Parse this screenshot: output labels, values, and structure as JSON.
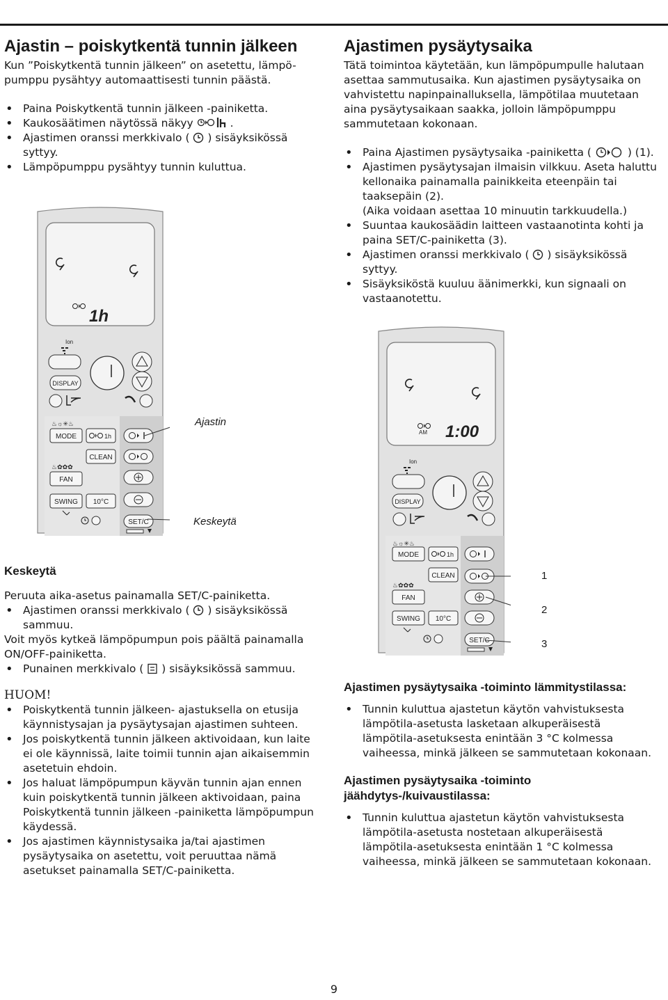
{
  "left": {
    "title": "Ajastin – poiskytkentä tunnin jälkeen",
    "intro": "Kun ”Poiskytkentä tunnin jälkeen” on asetettu, lämpö-pumppu pysähtyy automaattisesti tunnin päästä.",
    "bullets": [
      {
        "pre": "Paina Poiskytkentä tunnin jälkeen -painiketta.",
        "post": ""
      },
      {
        "pre": "Kaukosäätimen näytössä näkyy",
        "post": "."
      },
      {
        "pre": "Ajastimen oranssi merkkivalo (",
        "post": ") sisäyksikössä syttyy."
      },
      {
        "pre": "Lämpöpumppu pysähtyy tunnin kuluttua.",
        "post": ""
      }
    ],
    "caption_timer": "Ajastin",
    "caption_cancel": "Keskeytä",
    "keskeyta": {
      "heading": "Keskeytä",
      "p1": "Peruuta aika-asetus painamalla SET/C-painiketta.",
      "b1_pre": "Ajastimen oranssi merkkivalo (",
      "b1_post": ") sisäyksikössä sammuu.",
      "p2": "Voit myös kytkeä lämpöpumpun pois päältä painamalla ON/OFF-painiketta.",
      "b2_pre": "Punainen merkkivalo (",
      "b2_post": ") sisäyksikössä sammuu."
    },
    "huom": {
      "heading": "HUOM!",
      "bullets": [
        "Poiskytkentä tunnin jälkeen- ajastuksella on etusija käynnistysajan ja pysäytysajan ajastimen suhteen.",
        "Jos poiskytkentä tunnin jälkeen aktivoidaan, kun laite ei ole käynnissä, laite toimii tunnin ajan aikaisemmin asetetuin ehdoin.",
        "Jos haluat lämpöpumpun käyvän tunnin ajan ennen kuin poiskytkentä tunnin jälkeen aktivoidaan, paina Poiskytkentä tunnin jälkeen -painiketta lämpöpumpun käydessä.",
        "Jos ajastimen käynnistysaika ja/tai ajastimen pysäytysaika on asetettu, voit peruuttaa nämä asetukset painamalla SET/C-painiketta."
      ]
    }
  },
  "right": {
    "title": "Ajastimen pysäytysaika",
    "intro": "Tätä toimintoa käytetään, kun lämpöpumpulle halutaan asettaa sammutusaika. Kun ajastimen pysäytysaika on vahvistettu napinpainalluksella, lämpötilaa muutetaan aina pysäytysaikaan saakka, jolloin lämpöpumppu sammutetaan kokonaan.",
    "b1_pre": "Paina Ajastimen pysäytysaika -painiketta (",
    "b1_post": ") (1).",
    "b2": "Ajastimen pysäytysajan ilmaisin vilkkuu. Aseta haluttu kellonaika painamalla painikkeita eteenpäin tai taaksepäin (2).",
    "b2b": "(Aika voidaan asettaa 10 minuutin tarkkuudella.)",
    "b3": "Suuntaa kaukosäädin laitteen vastaanotinta kohti ja paina SET/C-painiketta (3).",
    "b4_pre": "Ajastimen oranssi merkkivalo (",
    "b4_post": ") sisäyksikössä syttyy.",
    "b5": "Sisäyksiköstä kuuluu äänimerkki, kun signaali on vastaanotettu.",
    "callouts": [
      "1",
      "2",
      "3"
    ],
    "heat_heading": "Ajastimen pysäytysaika -toiminto lämmitystilassa:",
    "heat_bullet": "Tunnin kuluttua ajastetun käytön vahvistuksesta lämpötila-asetusta lasketaan alkuperäisestä lämpötila-asetuksesta enintään 3 °C kolmessa vaiheessa, minkä jälkeen se sammutetaan kokonaan.",
    "cool_heading": "Ajastimen pysäytysaika -toiminto jäähdytys-/kuivaustilassa:",
    "cool_bullet": "Tunnin kuluttua ajastetun käytön vahvistuksesta lämpötila-asetusta nostetaan alkuperäisestä lämpötila-asetuksesta enintään 1 °C kolmessa vaiheessa, minkä jälkeen se sammutetaan kokonaan."
  },
  "remote1": {
    "display_text": "1h",
    "ion": "Ion",
    "display_btn": "DISPLAY",
    "mode": "MODE",
    "timer1h": "1h",
    "clean": "CLEAN",
    "fan": "FAN",
    "swing": "SWING",
    "tenc": "10°C",
    "setc": "SET/C"
  },
  "remote2": {
    "display_time": "1:00",
    "am": "AM",
    "ion": "Ion",
    "display_btn": "DISPLAY",
    "mode": "MODE",
    "timer1h": "1h",
    "clean": "CLEAN",
    "fan": "FAN",
    "swing": "SWING",
    "tenc": "10°C",
    "setc": "SET/C"
  },
  "page_number": "9"
}
